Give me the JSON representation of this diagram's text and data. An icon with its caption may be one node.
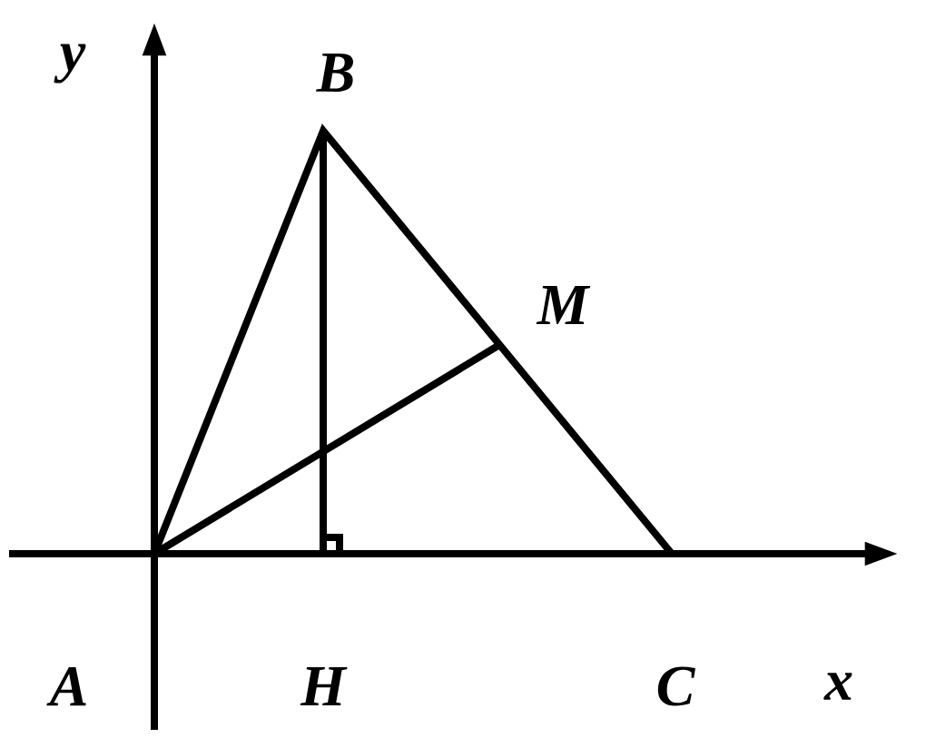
{
  "diagram": {
    "labels": [
      "y",
      "B",
      "M",
      "A",
      "H",
      "C",
      "x"
    ]
  }
}
